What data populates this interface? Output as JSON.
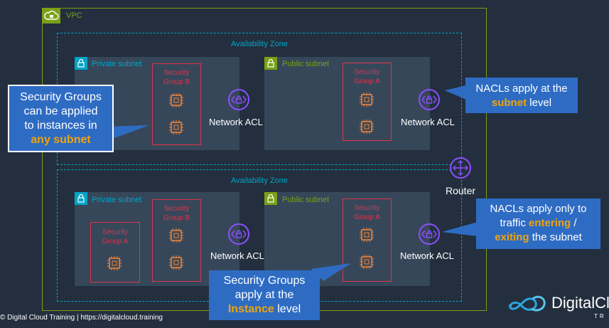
{
  "vpc": {
    "label": "VPC"
  },
  "az": {
    "label": "Availability Zone"
  },
  "subnets": {
    "private_label": "Private subnet",
    "public_label": "Public subnet"
  },
  "groups": {
    "sg_a": {
      "line1": "Security",
      "line2": "Group A"
    },
    "sg_b": {
      "line1": "Security",
      "line2": "Group B"
    }
  },
  "nacl": {
    "label": "Network ACL"
  },
  "router": {
    "label": "Router"
  },
  "callouts": {
    "sg_any": {
      "l1": "Security Groups",
      "l2": "can be applied",
      "l3": "to instances in",
      "hl": "any subnet"
    },
    "nacl_subnet": {
      "l1": "NACLs apply at the",
      "hl": "subnet",
      "tail": "level"
    },
    "nacl_traffic": {
      "l1": "NACLs apply only to",
      "pre": "traffic",
      "hl1": "entering",
      "slash": "/",
      "hl2": "exiting",
      "tail": "the subnet"
    },
    "sg_instance": {
      "l1": "Security Groups",
      "l2": "apply at the",
      "hl": "Instance",
      "tail": "level"
    }
  },
  "footer": {
    "text": "© Digital Cloud Training  |  https://digitalcloud.training"
  },
  "logo": {
    "text": "DigitalCl",
    "sub": "TR"
  },
  "colors": {
    "background": "#232f3e",
    "vpc_green": "#7aa116",
    "az_blue": "#00a4c7",
    "subnet_fill": "#37475a",
    "sg_red": "#dd344c",
    "chip_orange": "#f58536",
    "nacl_purple": "#8c4fff",
    "callout_blue": "#2e6cc4",
    "highlight": "#f0a30a"
  }
}
